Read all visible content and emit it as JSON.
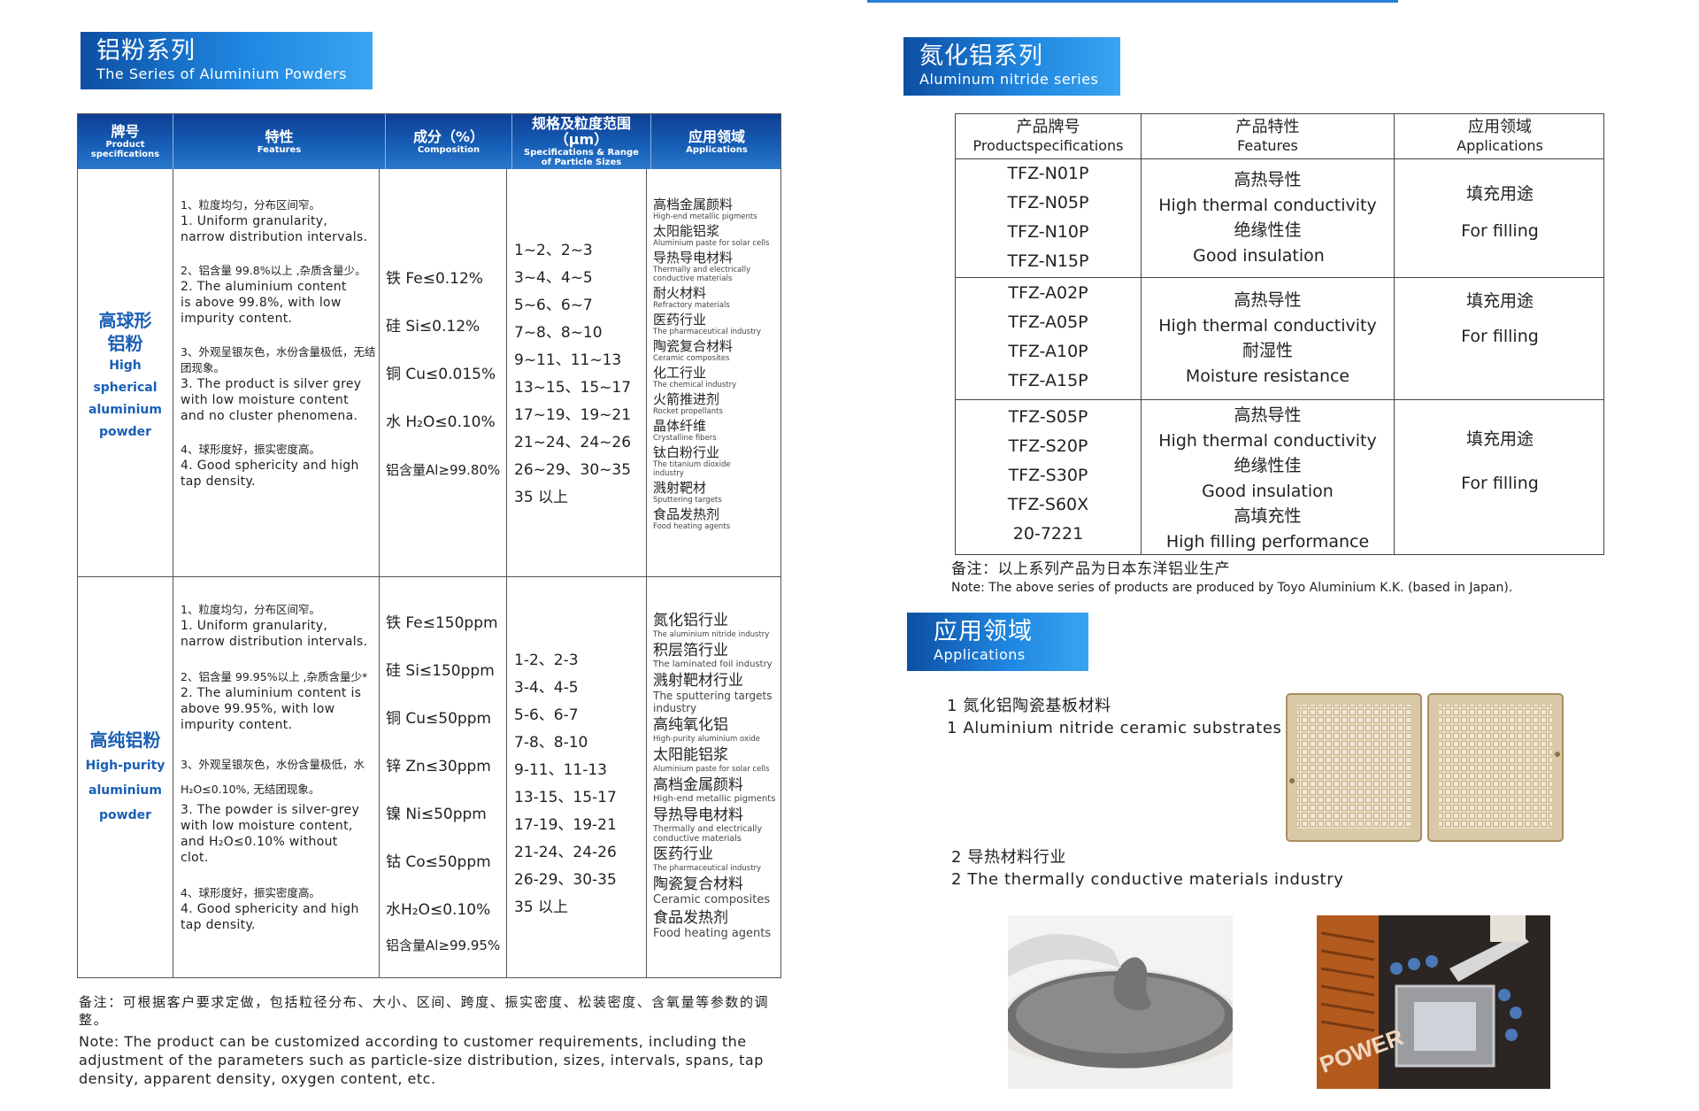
{
  "aluminium_banner": {
    "zh": "铝粉系列",
    "en": "The Series of Aluminium Powders"
  },
  "aluminium_table": {
    "headers": [
      {
        "zh": "牌号",
        "en": "Product specifications"
      },
      {
        "zh": "特性",
        "en": "Features"
      },
      {
        "zh": "成分（%）",
        "en": "Composition"
      },
      {
        "zh": "规格及粒度范围（μm）",
        "en": "Specifications & Range of Particle Sizes"
      },
      {
        "zh": "应用领域",
        "en": "Applications"
      }
    ],
    "rows": [
      {
        "name": {
          "zh_1": "高球形",
          "zh_2": "铝粉",
          "en_1": "High",
          "en_2": "spherical",
          "en_3": "aluminium",
          "en_4": "powder"
        },
        "features": [
          {
            "zh": "1、粒度均匀，分布区间窄。",
            "en_1": "1. Uniform granularity,",
            "en_2": "narrow distribution intervals."
          },
          {
            "zh": "2、铝含量 99.8%以上 ,杂质含量少。",
            "en_1": "2. The aluminium content",
            "en_2": "is above 99.8%, with low",
            "en_3": "impurity content."
          },
          {
            "zh": "3、外观呈银灰色，水份含量极低，无结团现象。",
            "en_1": "3. The product is silver grey",
            "en_2": "with low moisture content",
            "en_3": "and no cluster phenomena."
          },
          {
            "zh": "4、球形度好，振实密度高。",
            "en_1": "4. Good sphericity and high",
            "en_2": "tap density."
          }
        ],
        "composition": [
          "铁 Fe≤0.12%",
          "硅 Si≤0.12%",
          "铜 Cu≤0.015%",
          "水 H₂O≤0.10%",
          "铝含量Al≥99.80%"
        ],
        "sizes": [
          "1~2、2~3",
          "3~4、4~5",
          "5~6、6~7",
          "7~8、8~10",
          "9~11、11~13",
          "13~15、15~17",
          "17~19、19~21",
          "21~24、24~26",
          "26~29、30~35",
          "35 以上"
        ],
        "applications": [
          {
            "zh": "高档金属颜料",
            "en": "High-end metallic pigments"
          },
          {
            "zh": "太阳能铝浆",
            "en": "Aluminium paste for solar cells"
          },
          {
            "zh": "导热导电材料",
            "en": "Thermally and electrically conductive materials"
          },
          {
            "zh": "耐火材料",
            "en": "Refractory materials"
          },
          {
            "zh": "医药行业",
            "en": "The pharmaceutical industry"
          },
          {
            "zh": "陶瓷复合材料",
            "en": "Ceramic composites"
          },
          {
            "zh": "化工行业",
            "en": "The chemical industry"
          },
          {
            "zh": "火箭推进剂",
            "en": "Rocket propellants"
          },
          {
            "zh": "晶体纤维",
            "en": "Crystalline fibers"
          },
          {
            "zh": "钛白粉行业",
            "en": "The titanium dioxide industry"
          },
          {
            "zh": "溅射靶材",
            "en": "Sputtering targets"
          },
          {
            "zh": "食品发热剂",
            "en": "Food heating agents"
          }
        ]
      },
      {
        "name": {
          "zh_1": "高纯铝粉",
          "en_1": "High-purity",
          "en_2": "aluminium",
          "en_3": "powder"
        },
        "features": [
          {
            "zh": "1、粒度均匀，分布区间窄。",
            "en_1": "1. Uniform granularity,",
            "en_2": "narrow distribution intervals."
          },
          {
            "zh": "2、铝含量 99.95%以上 ,杂质含量少*",
            "en_1": "2. The aluminium content is",
            "en_2": "above 99.95%, with low",
            "en_3": "impurity content."
          },
          {
            "zh": "3、外观呈银灰色，水份含量极低，水 H₂O≤0.10%, 无结团现象。",
            "en_1": "3. The powder is silver-grey",
            "en_2": "with low moisture content,",
            "en_3": "and  H₂O≤0.10% without",
            "en_4": "clot."
          },
          {
            "zh": "4、球形度好，振实密度高。",
            "en_1": "4. Good sphericity and high",
            "en_2": "tap density."
          }
        ],
        "composition": [
          "铁 Fe≤150ppm",
          "硅 Si≤150ppm",
          "铜 Cu≤50ppm",
          "锌 Zn≤30ppm",
          "镍 Ni≤50ppm",
          "钴 Co≤50ppm",
          "水H₂O≤0.10%",
          "铝含量Al≥99.95%"
        ],
        "sizes": [
          "1-2、2-3",
          "3-4、4-5",
          "5-6、6-7",
          "7-8、8-10",
          "9-11、11-13",
          "13-15、15-17",
          "17-19、19-21",
          "21-24、24-26",
          "26-29、30-35",
          "35 以上"
        ],
        "applications": [
          {
            "zh": "氮化铝行业",
            "en": "The aluminium nitride industry"
          },
          {
            "zh": "积层箔行业",
            "en": "The laminated foil industry"
          },
          {
            "zh": "溅射靶材行业",
            "en": "The sputtering targets industry"
          },
          {
            "zh": "高纯氧化铝",
            "en": "High-purity aluminium oxide"
          },
          {
            "zh": "太阳能铝浆",
            "en": "Aluminium paste for solar cells"
          },
          {
            "zh": "高档金属颜料",
            "en": "High-end metallic pigments"
          },
          {
            "zh": "导热导电材料",
            "en": "Thermally and electrically conductive materials"
          },
          {
            "zh": "医药行业",
            "en": "The pharmaceutical industry"
          },
          {
            "zh": "陶瓷复合材料",
            "en": "Ceramic composites"
          },
          {
            "zh": "食品发热剂",
            "en": "Food heating agents"
          }
        ]
      }
    ]
  },
  "aluminium_note": {
    "zh": "备注：可根据客户要求定做，包括粒径分布、大小、区间、跨度、振实密度、松装密度、含氧量等参数的调整。",
    "en": "Note: The product can be customized according to customer requirements, including the adjustment of the parameters such as particle-size distribution, sizes, intervals, spans, tap density, apparent density, oxygen content, etc."
  },
  "nitride_banner": {
    "zh": "氮化铝系列",
    "en": "Aluminum nitride series"
  },
  "nitride_table": {
    "headers": [
      {
        "zh": "产品牌号",
        "en": "Productspecifications"
      },
      {
        "zh": "产品特性",
        "en": "Features"
      },
      {
        "zh": "应用领域",
        "en": "Applications"
      }
    ],
    "groups": [
      {
        "models": [
          "TFZ-N01P",
          "TFZ-N05P",
          "TFZ-N10P",
          "TFZ-N15P"
        ],
        "features": [
          "高热导性",
          "High thermal conductivity",
          "绝缘性佳",
          "Good insulation"
        ],
        "applications": [
          "填充用途",
          "For filling"
        ]
      },
      {
        "models": [
          "TFZ-A02P",
          "TFZ-A05P",
          "TFZ-A10P",
          "TFZ-A15P"
        ],
        "features": [
          "高热导性",
          "High thermal conductivity",
          "耐湿性",
          "Moisture resistance"
        ],
        "applications": [
          "填充用途",
          "For filling"
        ]
      },
      {
        "models": [
          "TFZ-S05P",
          "TFZ-S20P",
          "TFZ-S30P",
          "TFZ-S60X",
          "20-7221"
        ],
        "features": [
          "高热导性",
          "High thermal conductivity",
          "绝缘性佳",
          "Good insulation",
          "高填充性",
          "High filling performance"
        ],
        "applications": [
          "填充用途",
          "For filling"
        ]
      }
    ]
  },
  "nitride_note": {
    "zh": "备注：以上系列产品为日本东洋铝业生产",
    "en": "Note: The above series of products are produced by Toyo Aluminium K.K. (based in Japan)."
  },
  "applications_banner": {
    "zh": "应用领域",
    "en": "Applications"
  },
  "applications": [
    {
      "zh": "1  氮化铝陶瓷基板材料",
      "en": "1  Aluminium nitride ceramic substrates"
    },
    {
      "zh": "2  导热材料行业",
      "en": "2  The thermally conductive materials industry"
    }
  ],
  "photos": {
    "board_text": "POWER"
  },
  "colors": {
    "accent": "#1a5fb4",
    "header_blue": "#0d3f94",
    "banner_blue": "#1f86e0"
  }
}
